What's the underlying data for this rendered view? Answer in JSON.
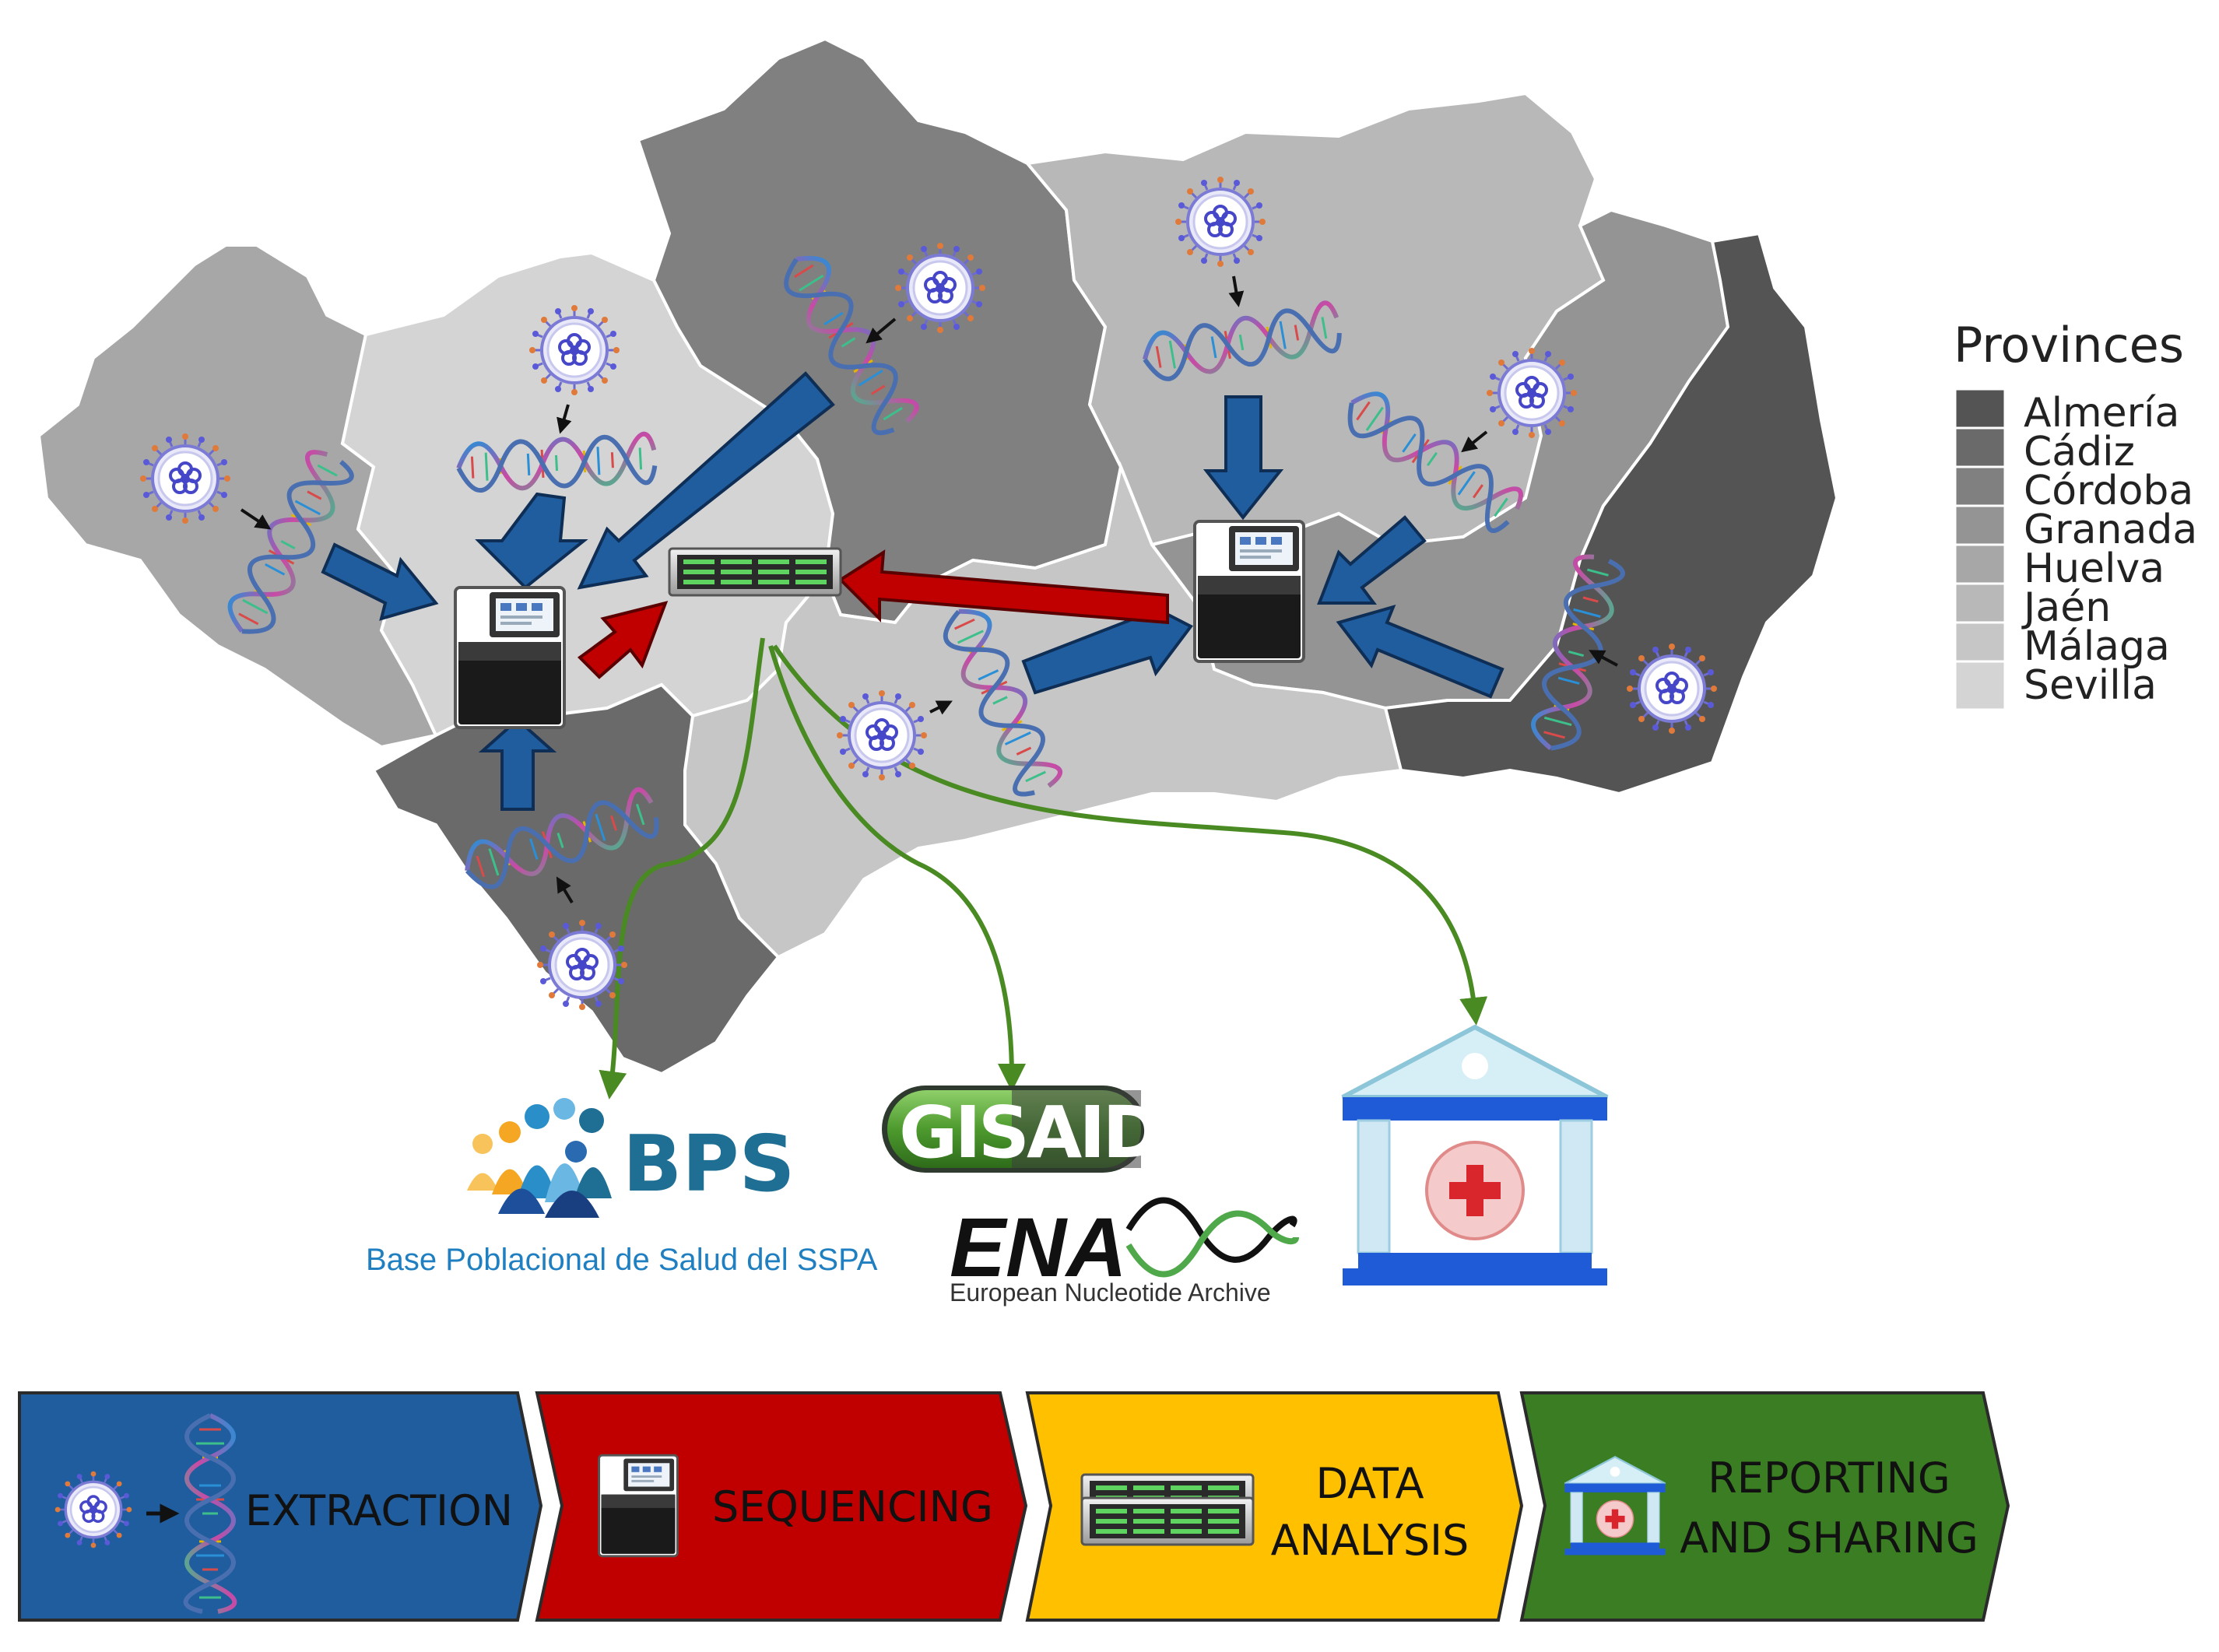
{
  "legend": {
    "title": "Provinces",
    "items": [
      {
        "label": "Almería",
        "color": "#545454"
      },
      {
        "label": "Cádiz",
        "color": "#6a6a6a"
      },
      {
        "label": "Córdoba",
        "color": "#808080"
      },
      {
        "label": "Granada",
        "color": "#949494"
      },
      {
        "label": "Huelva",
        "color": "#a7a7a7"
      },
      {
        "label": "Jaén",
        "color": "#b8b8b8"
      },
      {
        "label": "Málaga",
        "color": "#c6c6c6"
      },
      {
        "label": "Sevilla",
        "color": "#d4d4d4"
      }
    ]
  },
  "outputs": {
    "bps": {
      "name": "BPS",
      "subtitle": "Base Poblacional de Salud del SSPA"
    },
    "gisaid": {
      "name": "GISAID"
    },
    "ena": {
      "name": "ENA",
      "subtitle": "European Nucleotide Archive"
    },
    "hospital_icon": "hospital-icon"
  },
  "pipeline": {
    "steps": [
      {
        "label_line1": "EXTRACTION",
        "label_line2": "",
        "color": "#1f5d9e",
        "icon": "virus-dna-icon"
      },
      {
        "label_line1": "SEQUENCING",
        "label_line2": "",
        "color": "#c00000",
        "icon": "sequencer-icon"
      },
      {
        "label_line1": "DATA",
        "label_line2": "ANALYSIS",
        "color": "#ffc000",
        "icon": "server-icon"
      },
      {
        "label_line1": "REPORTING",
        "label_line2": "AND SHARING",
        "color": "#3a7d22",
        "icon": "hospital-icon"
      }
    ]
  },
  "colors": {
    "collect_arrow": "#1f5d9e",
    "transfer_arrow": "#c00000",
    "share_arrow": "#4a8a22"
  }
}
